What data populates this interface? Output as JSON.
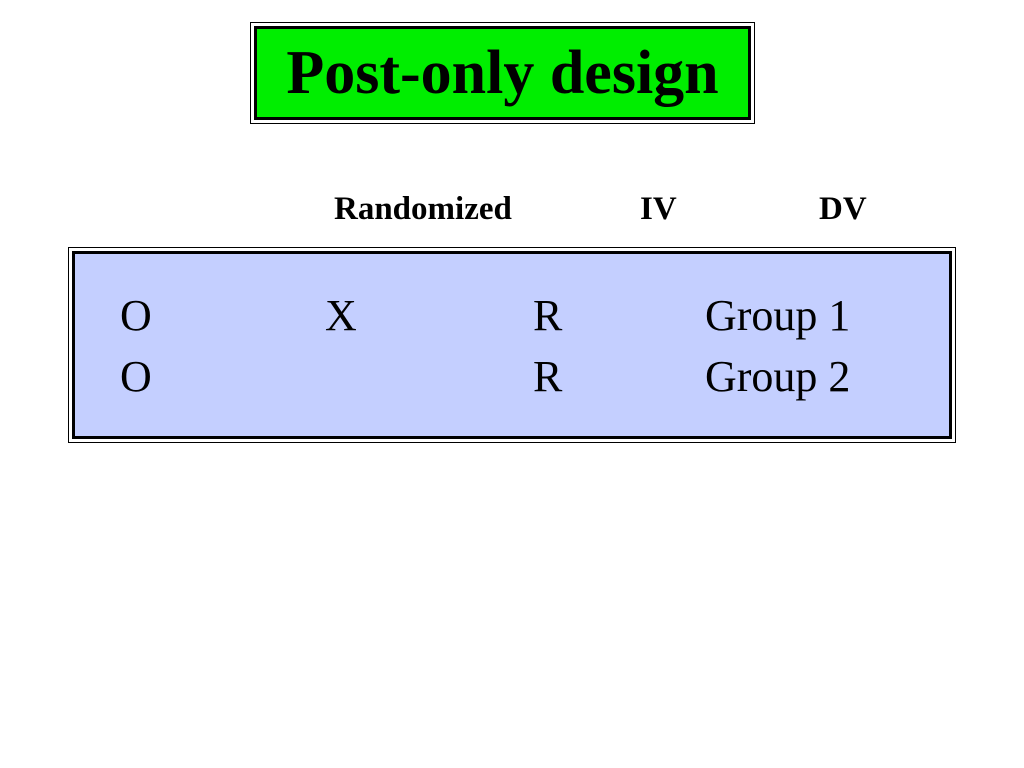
{
  "title": "Post-only design",
  "headers": {
    "randomized": "Randomized",
    "iv": "IV",
    "dv": "DV"
  },
  "rows": [
    {
      "col1": "O",
      "col2": "X",
      "col3": "R",
      "col4": "Group 1"
    },
    {
      "col1": "O",
      "col2": "",
      "col3": "R",
      "col4": "Group 2"
    }
  ],
  "colors": {
    "title_background": "#00ee00",
    "box_background": "#c4cfff",
    "border": "#000000"
  }
}
